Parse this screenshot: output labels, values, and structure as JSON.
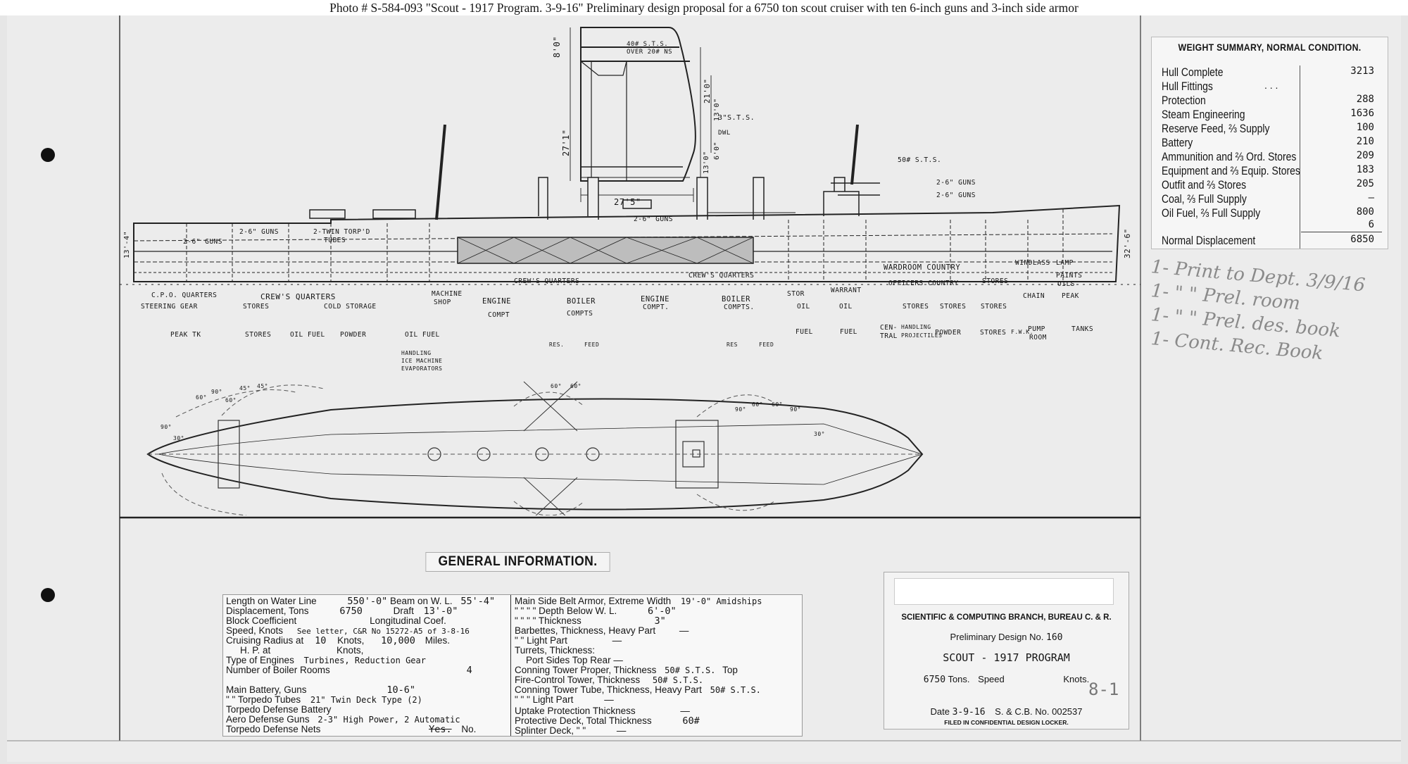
{
  "caption": "Photo # S-584-093     \"Scout - 1917 Program.  3-9-16\"   Preliminary design proposal for a 6750 ton scout cruiser with ten 6-inch guns and 3-inch side armor",
  "section": {
    "dim_top": "8'0\"",
    "dim_21": "21'0\"",
    "dim_13a": "13'0\"",
    "dim_6": "6'0\"",
    "dim_13b": "13'0\"",
    "dim_27_1": "27'1\"",
    "dim_27_5": "27'5\"",
    "armor_note_1": "40# S.T.S.",
    "armor_note_2": "OVER 20# NS",
    "belt": "3\"S.T.S.",
    "dwl": "DWL"
  },
  "profile": {
    "labels": {
      "guns_fwd": "2-6\" GUNS",
      "guns_aft": "2-6\" GUNS",
      "torp": "2-TWIN TORP'D",
      "torp2": "TUBES",
      "guns_mid": "2-6\" GUNS",
      "guns_bridge_1": "2-6\" GUNS",
      "guns_bridge_2": "2-6\" GUNS",
      "sts50": "50# S.T.S.",
      "crew_1": "CREW'S QUARTERS",
      "crew_2": "CREW'S QUARTERS",
      "wardroom": "WARDROOM COUNTRY",
      "windlass": "WINDLASS",
      "lamp": "LAMP",
      "paints": "PAINTS",
      "oils": "OILS",
      "cpo": "C.P.O. QUARTERS",
      "crew_low": "CREW'S QUARTERS",
      "machine": "MACHINE",
      "shop": "SHOP",
      "engine_1": "ENGINE",
      "compt_1": "COMPT",
      "boiler_1": "BOILER",
      "compts_1": "COMPTS",
      "engine_2": "ENGINE",
      "compt_2": "COMPT.",
      "boiler_2": "BOILER",
      "compts_2": "COMPTS.",
      "stor": "STOR",
      "warrant": "WARRANT",
      "officers": "OFFICERS COUNTRY",
      "stores_w": "STORES",
      "chain": "CHAIN",
      "peak": "PEAK",
      "steering": "STEERING GEAR",
      "stores_a": "STORES",
      "cold": "COLD STORAGE",
      "oil_a": "OIL",
      "oil_b": "OIL",
      "stores_b": "STORES",
      "stores_c": "STORES",
      "stores_d": "STORES",
      "peak_tk": "PEAK TK",
      "stores_e": "STORES",
      "oil_fuel_1": "OIL FUEL",
      "powder_1": "POWDER",
      "oil_fuel_2": "OIL FUEL",
      "fuel_1": "FUEL",
      "fuel_2": "FUEL",
      "central": "CEN-",
      "tral": "TRAL",
      "handling": "HANDLING",
      "projectiles": "PROJECTILES",
      "powder_2": "POWDER",
      "stores_f": "STORES",
      "fwk": "F.W.K.",
      "pump": "PUMP",
      "room": "ROOM",
      "tanks": "TANKS",
      "res_1": "RES.",
      "feed_1": "FEED",
      "res_2": "RES",
      "feed_2": "FEED",
      "handling_ice_1": "HANDLING",
      "handling_ice_2": "ICE MACHINE",
      "handling_ice_3": "EVAPORATORS",
      "beam_right": "32'-6\"",
      "beam_left": "13'-4\""
    }
  },
  "plan": {
    "arc_labels": [
      "90°",
      "60°",
      "90°",
      "60°",
      "45°",
      "45°",
      "60°",
      "60°",
      "60°",
      "60°",
      "90°",
      "90°",
      "30°",
      "30°"
    ]
  },
  "weight_summary": {
    "title": "WEIGHT SUMMARY, NORMAL CONDITION.",
    "rows": [
      {
        "name": "Hull Complete",
        "value": "3213"
      },
      {
        "name": "Hull Fittings",
        "value": ""
      },
      {
        "name": "Protection",
        "value": "288"
      },
      {
        "name": "Steam Engineering",
        "value": "1636"
      },
      {
        "name": "Reserve Feed, ⅔ Supply",
        "value": "100"
      },
      {
        "name": "Battery",
        "value": "210"
      },
      {
        "name": "Ammunition and ⅔ Ord. Stores",
        "value": "209"
      },
      {
        "name": "Equipment and ⅔ Equip. Stores",
        "value": "183"
      },
      {
        "name": "Outfit and ⅔ Stores",
        "value": "205"
      },
      {
        "name": "Coal, ⅔ Full Supply",
        "value": "—"
      },
      {
        "name": "Oil Fuel, ⅔ Full Supply",
        "value": "800"
      },
      {
        "name": "",
        "value": "6"
      }
    ],
    "total_label": "Normal Displacement",
    "total_value": "6850",
    "dots": ". . ."
  },
  "notes": [
    "1- Print to Dept. 3/9/16",
    "1-   \"    \"  Prel. room",
    "1-   \"    \"  Prel. des. book",
    "1- Cont. Rec. Book"
  ],
  "general_info": {
    "title": "GENERAL INFORMATION.",
    "left": [
      {
        "label": "Length on Water Line",
        "value": "550'-0\"",
        "label2": "Beam on W. L.",
        "value2": "55'-4\""
      },
      {
        "label": "Displacement, Tons",
        "value": "6750",
        "label2": "Draft",
        "value2": "13'-0\""
      },
      {
        "label": "Block Coefficient",
        "value": "",
        "label2": "Longitudinal Coef.",
        "value2": ""
      },
      {
        "label": "Speed, Knots",
        "value": "See letter, C&R No 15272-A5 of 3-8-16"
      },
      {
        "label": "Cruising Radius at",
        "value": "10",
        "label2": "Knots,",
        "value2": "10,000",
        "label3": "Miles."
      },
      {
        "label": "H. P. at",
        "value": "",
        "label2": "Knots,",
        "value2": ""
      },
      {
        "label": "Type of Engines",
        "value": "Turbines, Reduction Gear"
      },
      {
        "label": "Number of Boiler Rooms",
        "value": "4"
      },
      {
        "label": "",
        "value": ""
      },
      {
        "label": "Main Battery, Guns",
        "value": "10-6\""
      },
      {
        "label": "\"      \"      Torpedo Tubes",
        "value": "21\" Twin Deck Type (2)"
      },
      {
        "label": "Torpedo Defense Battery",
        "value": ""
      },
      {
        "label": "Aero Defense Guns",
        "value": "2-3\" High Power, 2 Automatic"
      },
      {
        "label": "Torpedo Defense Nets",
        "value": "Yes.",
        "label2": "No."
      }
    ],
    "right": [
      {
        "label": "Main Side Belt Armor, Extreme Width",
        "value": "19'-0\" Amidships"
      },
      {
        "label": "\"     \"     \"     \"      Depth Below W. L.",
        "value": "6'-0\""
      },
      {
        "label": "\"     \"     \"     \"      Thickness",
        "value": "3\""
      },
      {
        "label": "Barbettes, Thickness, Heavy Part",
        "value": "—"
      },
      {
        "label": "\"          \"          Light Part",
        "value": "—"
      },
      {
        "label": "Turrets, Thickness:",
        "value": ""
      },
      {
        "label": "Port        Sides        Top        Rear",
        "value": "—"
      },
      {
        "label": "Conning Tower Proper, Thickness",
        "value": "50# S.T.S.",
        "label2": "Top",
        "value2": "—"
      },
      {
        "label": "Fire-Control Tower, Thickness",
        "value": "50# S.T.S."
      },
      {
        "label": "Conning Tower Tube, Thickness, Heavy Part",
        "value": "50# S.T.S."
      },
      {
        "label": "\"          \"          \"        Light Part",
        "value": "—"
      },
      {
        "label": "Uptake Protection Thickness",
        "value": "—"
      },
      {
        "label": "Protective Deck, Total Thickness",
        "value": "60#"
      },
      {
        "label": "Splinter Deck,        \"          \"",
        "value": "—"
      }
    ]
  },
  "title_block": {
    "branch": "SCIENTIFIC & COMPUTING BRANCH, BUREAU C. & R.",
    "design_label": "Preliminary Design No.",
    "design_no": "160",
    "program": "SCOUT - 1917 PROGRAM",
    "tons_value": "6750",
    "tons_label": "Tons.",
    "speed_label": "Speed",
    "knots_label": "Knots.",
    "speed_hand": "8-1",
    "date_label": "Date",
    "date_value": "3-9-16",
    "scb_label": "S. & C.B. No.",
    "scb_value": "002537",
    "filed": "FILED IN CONFIDENTIAL DESIGN LOCKER."
  }
}
